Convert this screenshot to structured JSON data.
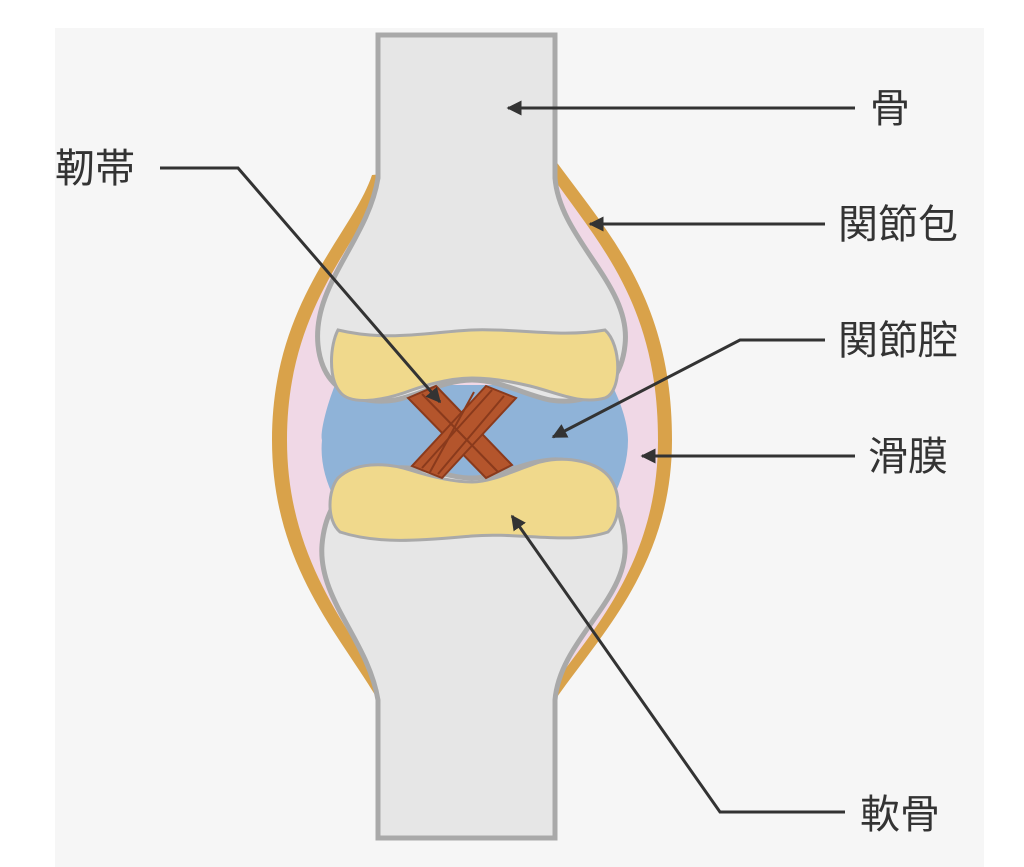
{
  "labels": {
    "bone": "骨",
    "joint_capsule": "関節包",
    "joint_cavity": "関節腔",
    "synovium": "滑膜",
    "cartilage": "軟骨",
    "ligament": "靭帯"
  },
  "colors": {
    "background_panel": "#f6f6f6",
    "bone": "#e6e6e6",
    "bone_outline": "#a9a9a9",
    "cartilage": "#f0d98c",
    "joint_cavity": "#8fb3d8",
    "synovium": "#f0d8e6",
    "joint_capsule": "#d9a24a",
    "ligament": "#b4552c",
    "ligament_stripe": "#8a3a1c",
    "leader_line": "#333333"
  }
}
